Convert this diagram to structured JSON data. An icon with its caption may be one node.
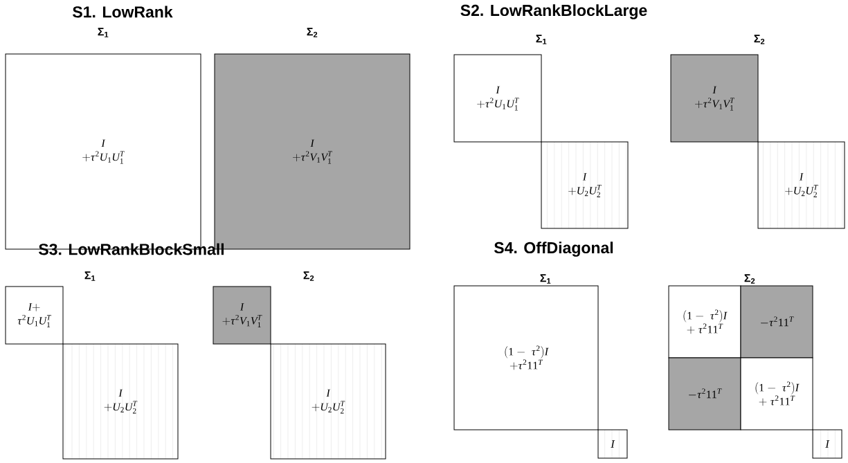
{
  "diagram": {
    "nodes": [
      {
        "text": [
          "I",
          "+\\tau^{2}U_{1}U_{1}^{T}"
        ]
      },
      {
        "text": [
          "I",
          "+\\tau^{2}V_{1}V_{1}^{T}"
        ]
      },
      {
        "text": [
          "I",
          "+\\tau^{2}U_{1}U_{1}^{T}"
        ]
      },
      {
        "text": [
          "I",
          "+U_{2}U_{2}^{T}"
        ]
      },
      {
        "text": [
          "I",
          "+\\tau^{2}V_{1}V_{1}^{T}"
        ]
      },
      {
        "text": [
          "I",
          "+U_{2}U_{2}^{T}"
        ]
      },
      {
        "text": [
          "I +",
          "\\tau^{2}U_{1}U_{1}^{T}"
        ]
      },
      {
        "text": [
          "I",
          "+U_{2}U_{2}^{T}"
        ]
      },
      {
        "text": [
          "I",
          "+\\tau^{2}V_{1}V_{1}^{T}"
        ]
      },
      {
        "text": [
          "I",
          "+U_{2}U_{2}^{T}"
        ]
      },
      {
        "text": [
          "(1-\\ \\tau^{2})I",
          "+\\tau^{2}11^{T}"
        ]
      },
      {
        "text": [
          "I"
        ]
      },
      {
        "text": [
          "(1-\\ \\tau^{2})I",
          "+\\ \\tau^{2}11^{T}"
        ]
      },
      {
        "text": [
          "-\\tau^{2}11^{T}"
        ]
      },
      {
        "text": [
          "-\\tau^{2}11^{T}"
        ]
      },
      {
        "text": [
          "(1-\\ \\tau^{2})I",
          "+\\ \\tau^{2}11^{T}"
        ]
      },
      {
        "text": [
          "I"
        ]
      }
    ],
    "labels": [
      "S1. LowRank",
      "S2. LowRankBlockLarge",
      "Σ$_{1}$",
      "Σ$_{2}$",
      "Σ$_{1}$",
      "Σ$_{2}$",
      "S3. LowRankBlockSmall",
      "S4. OffDiagonal",
      "Σ$_{1}$",
      "Σ$_{2}$",
      "Σ$_{1}$",
      "Σ$_{2}$"
    ]
  }
}
